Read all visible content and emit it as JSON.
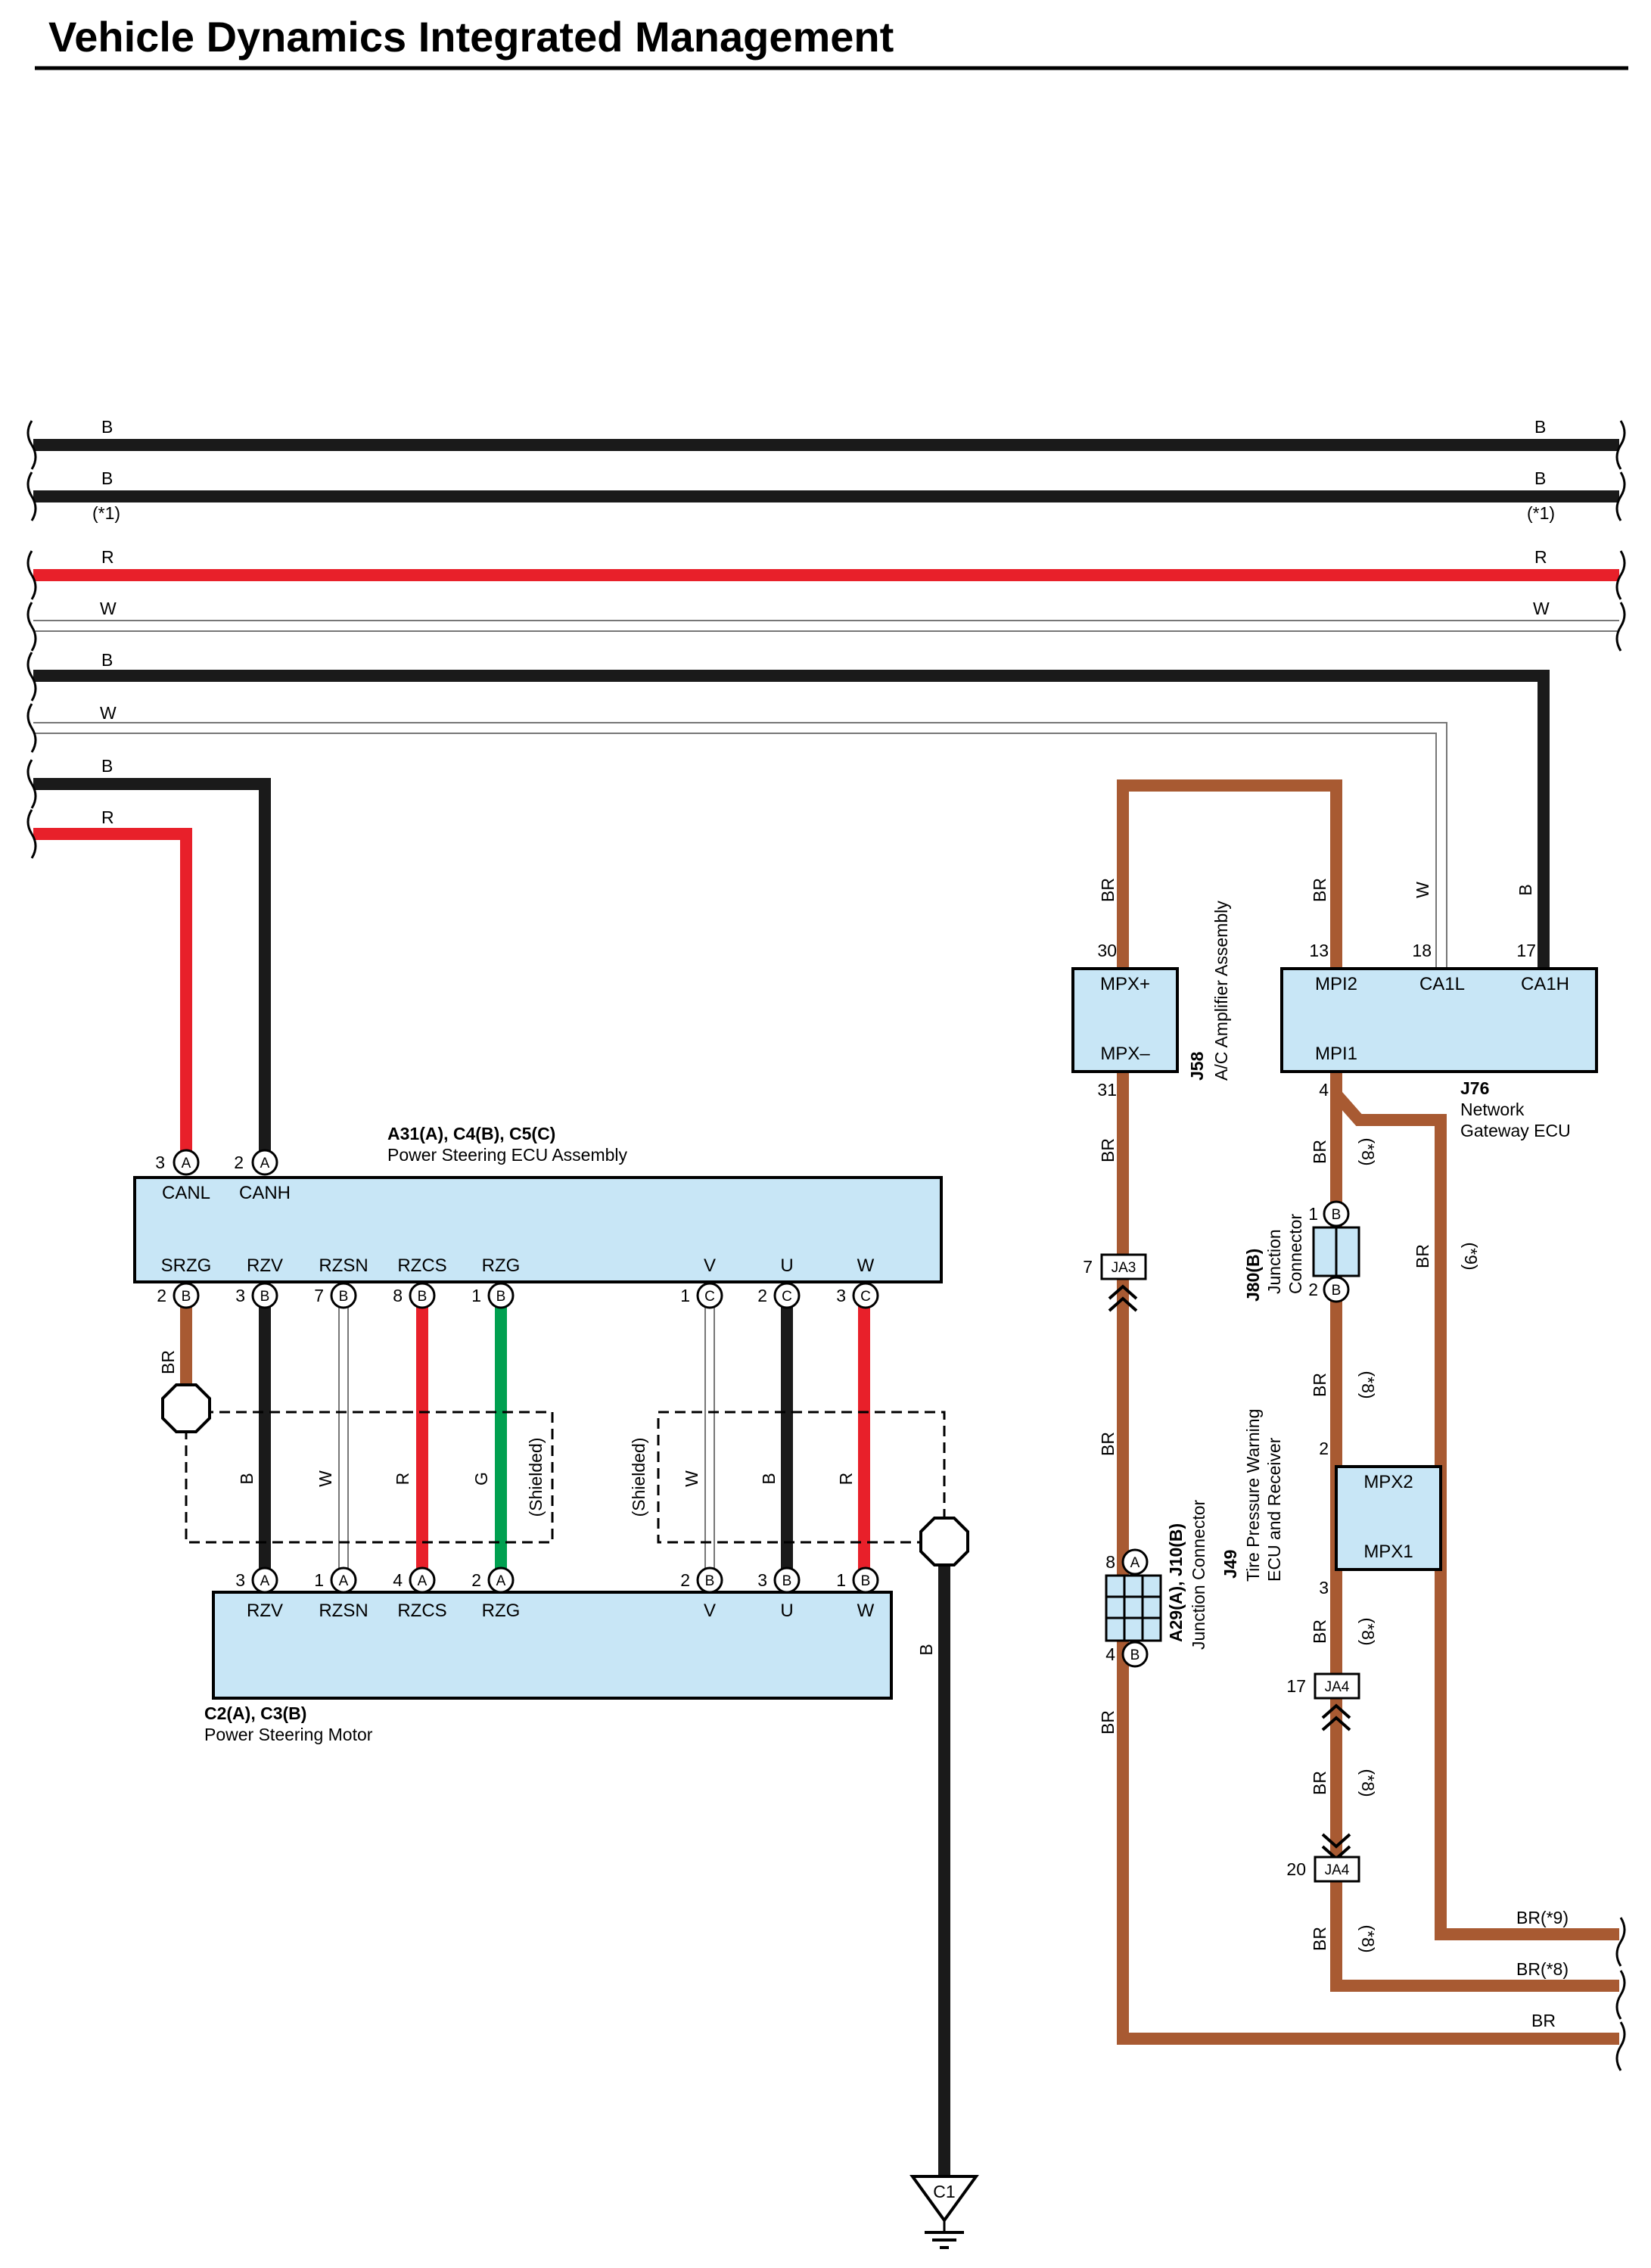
{
  "page": {
    "title": "Vehicle Dynamics Integrated Management"
  },
  "colors": {
    "B": "#1a1a1a",
    "R": "#e8202a",
    "W": "#ffffff",
    "BR": "#a85a32",
    "G": "#00a050",
    "box": "#c8e6f6"
  },
  "wire_labels": {
    "bus_b1_l": "B",
    "bus_b1_r": "B",
    "bus_b2_l": "B",
    "bus_b2_r": "B",
    "note1_l": "(*1)",
    "note1_r": "(*1)",
    "bus_r_l": "R",
    "bus_r_r": "R",
    "bus_w_l": "W",
    "bus_w_r": "W",
    "bus_b3_l": "B",
    "bus_w2_l": "W",
    "bus_b4_l": "B",
    "bus_r2_l": "R",
    "j58_top": "BR",
    "j58_bot": "BR",
    "ja3_below": "BR",
    "a29_below": "BR",
    "j76_mpi2": "BR",
    "j76_ca1l": "W",
    "j76_ca1h": "B",
    "j76_out": "BR",
    "j76_out_note": "(*8)",
    "j9_side": "BR",
    "j9_side_note": "(*9)",
    "j80_out": "BR",
    "j80_out_note": "(*8)",
    "j49_out": "BR",
    "j49_out_note": "(*8)",
    "ja4_mid": "BR",
    "ja4_mid_note": "(*8)",
    "ja4_low": "BR",
    "ja4_low_note": "(*8)",
    "out_br9": "BR(*9)",
    "out_br8": "BR(*8)",
    "out_br": "BR",
    "srzg": "BR",
    "sh_b": "B",
    "sh_w": "W",
    "sh_r": "R",
    "sh_g": "G",
    "sh_shielded": "(Shielded)",
    "sh2_shielded": "(Shielded)",
    "sh2_w": "W",
    "sh2_b": "B",
    "sh2_r": "R",
    "ground": "B"
  },
  "components": {
    "ps_ecu": {
      "code": "A31(A), C4(B), C5(C)",
      "name": "Power Steering ECU Assembly",
      "top_terms": [
        "CANL",
        "CANH"
      ],
      "top_pins": [
        "3",
        "2"
      ],
      "top_conn": [
        "A",
        "A"
      ],
      "bot_terms": [
        "SRZG",
        "RZV",
        "RZSN",
        "RZCS",
        "RZG",
        "V",
        "U",
        "W"
      ],
      "bot_pins": [
        "2",
        "3",
        "7",
        "8",
        "1",
        "1",
        "2",
        "3"
      ],
      "bot_conn": [
        "B",
        "B",
        "B",
        "B",
        "B",
        "C",
        "C",
        "C"
      ]
    },
    "ps_motor": {
      "code": "C2(A), C3(B)",
      "name": "Power Steering Motor",
      "terms": [
        "RZV",
        "RZSN",
        "RZCS",
        "RZG",
        "V",
        "U",
        "W"
      ],
      "pins": [
        "3",
        "1",
        "4",
        "2",
        "2",
        "3",
        "1"
      ],
      "conn": [
        "A",
        "A",
        "A",
        "A",
        "B",
        "B",
        "B"
      ]
    },
    "j58": {
      "code": "J58",
      "name": "A/C Amplifier Assembly",
      "t1": "MPX+",
      "t2": "MPX–",
      "p1": "30",
      "p2": "31"
    },
    "j76": {
      "code": "J76",
      "name1": "Network",
      "name2": "Gateway ECU",
      "t1": "MPI2",
      "t2": "CA1L",
      "t3": "CA1H",
      "t4": "MPI1",
      "p1": "13",
      "p2": "18",
      "p3": "17",
      "p4": "4"
    },
    "j80": {
      "code": "J80(B)",
      "name1": "Junction",
      "name2": "Connector",
      "c1": "B",
      "c2": "B",
      "p1": "1",
      "p2": "2"
    },
    "j49": {
      "code": "J49",
      "name1": "Tire Pressure Warning",
      "name2": "ECU and Receiver",
      "t1": "MPX2",
      "t2": "MPX1",
      "p1": "2",
      "p2": "3"
    },
    "a29": {
      "code": "A29(A), J10(B)",
      "name": "Junction Connector",
      "c1": "A",
      "c2": "B",
      "p1": "8",
      "p2": "4"
    },
    "ja3": {
      "label": "JA3",
      "pin": "7"
    },
    "ja4_top": {
      "label": "JA4",
      "pin": "17"
    },
    "ja4_bot": {
      "label": "JA4",
      "pin": "20"
    },
    "ground": {
      "label": "C1"
    }
  }
}
